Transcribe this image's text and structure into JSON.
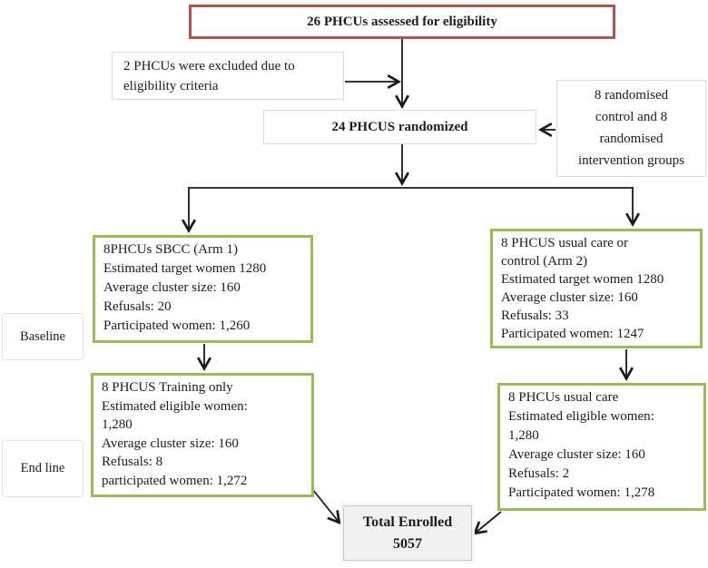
{
  "boxes": {
    "assessed": {
      "text": "26 PHCUs assessed for eligibility"
    },
    "excluded": {
      "lines": [
        "2 PHCUs were excluded due to",
        "eligibility criteria"
      ]
    },
    "randomized": {
      "text": "24 PHCUS randomized"
    },
    "randomised_info": {
      "lines": [
        "8 randomised",
        "control and 8",
        "randomised",
        "intervention groups"
      ]
    },
    "arm1": {
      "lines": [
        "8PHCUs SBCC (Arm 1)",
        "Estimated target women 1280",
        "Average cluster size: 160",
        "Refusals: 20",
        "Participated women: 1,260"
      ]
    },
    "arm2": {
      "lines": [
        "8 PHCUS usual care or",
        "control (Arm 2)",
        "Estimated target women 1280",
        "Average cluster size: 160",
        "Refusals: 33",
        "Participated women: 1247"
      ]
    },
    "training": {
      "lines": [
        "8 PHCUS Training only",
        "Estimated eligible women:",
        "1,280",
        "Average cluster size: 160",
        "Refusals: 8",
        "participated women: 1,272"
      ]
    },
    "usual_care": {
      "lines": [
        "8 PHCUs usual care",
        "Estimated eligible women:",
        "1,280",
        "Average cluster size: 160",
        "Refusals: 2",
        "Participated women: 1,278"
      ]
    },
    "total": {
      "lines": [
        "Total Enrolled",
        "5057"
      ]
    }
  },
  "side_labels": {
    "baseline": "Baseline",
    "endline": "End line"
  },
  "colors": {
    "assessed_border": "#b2514e",
    "arm_border": "#9bbb59",
    "neutral_border": "#dcdcdc",
    "total_fill": "#f1f1f1",
    "arrow": "#1a1a1a"
  }
}
